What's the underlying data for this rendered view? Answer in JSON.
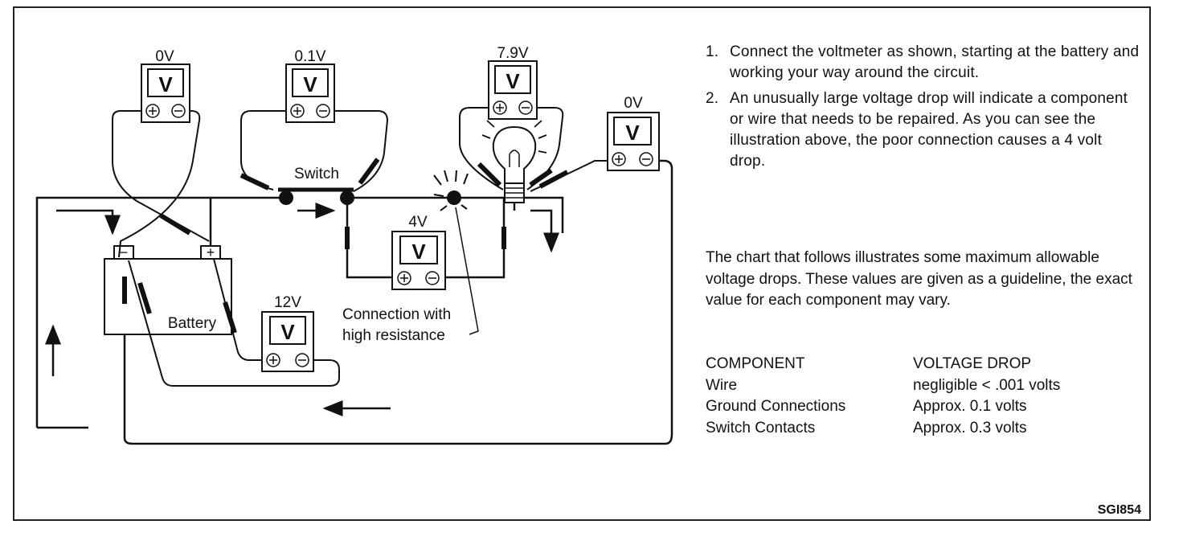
{
  "diagram": {
    "meters": {
      "battery_ground": {
        "reading": "0V",
        "symbol": "V"
      },
      "switch": {
        "reading": "0.1V",
        "symbol": "V"
      },
      "bulb": {
        "reading": "7.9V",
        "symbol": "V"
      },
      "ground": {
        "reading": "0V",
        "symbol": "V"
      },
      "connection": {
        "reading": "4V",
        "symbol": "V"
      },
      "battery": {
        "reading": "12V",
        "symbol": "V"
      }
    },
    "labels": {
      "switch": "Switch",
      "battery": "Battery",
      "battery_neg": "−",
      "battery_pos": "+",
      "connection_line1": "Connection with",
      "connection_line2": "high resistance"
    },
    "terminals": {
      "positive": "+",
      "negative": "−"
    }
  },
  "instructions": [
    {
      "num": "1.",
      "text": "Connect the voltmeter as shown, starting at the battery and working your way around the circuit."
    },
    {
      "num": "2.",
      "text": "An unusually large voltage drop will indicate a component or wire that needs to be repaired. As you can see the illustration above, the poor connection causes a 4 volt drop."
    }
  ],
  "chart_intro": "The chart that follows illustrates some maximum allowable voltage drops. These values are given as a guideline, the exact value for each component may vary.",
  "drop_table": {
    "headers": [
      "COMPONENT",
      "VOLTAGE DROP"
    ],
    "rows": [
      [
        "Wire",
        "negligible < .001 volts"
      ],
      [
        "Ground Connections",
        "Approx. 0.1 volts"
      ],
      [
        "Switch Contacts",
        "Approx. 0.3 volts"
      ]
    ]
  },
  "figure_id": "SGI854"
}
